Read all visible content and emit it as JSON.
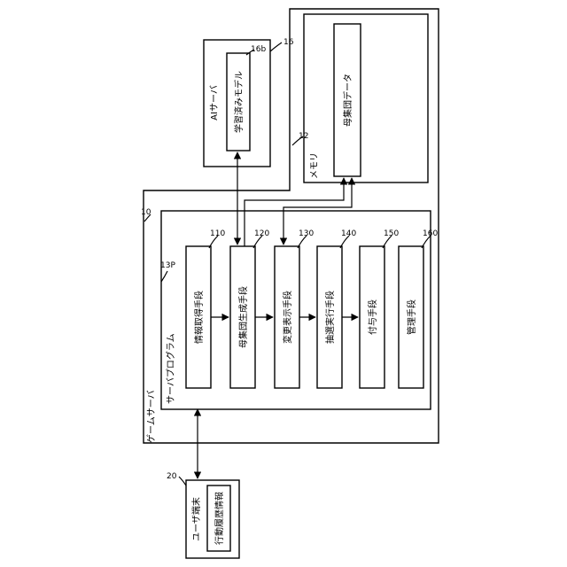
{
  "game_server": {
    "label": "ゲームサーバ",
    "ref": "10"
  },
  "memory": {
    "label": "メモリ",
    "ref": "12"
  },
  "population_data": {
    "label": "母集団データ"
  },
  "ai_server": {
    "label": "AIサーバ",
    "ref": "16"
  },
  "trained_model": {
    "label": "学習済みモデル",
    "ref": "16b"
  },
  "server_program": {
    "label": "サーバプログラム",
    "ref": "13P"
  },
  "units": [
    {
      "label": "情報取得手段",
      "ref": "110"
    },
    {
      "label": "母集団生成手段",
      "ref": "120"
    },
    {
      "label": "変更表示手段",
      "ref": "130"
    },
    {
      "label": "抽選実行手段",
      "ref": "140"
    },
    {
      "label": "付与手段",
      "ref": "150"
    },
    {
      "label": "管理手段",
      "ref": "160"
    }
  ],
  "user_terminal": {
    "label": "ユーザ端末",
    "ref": "20"
  },
  "history_info": {
    "label": "行動履歴情報"
  }
}
